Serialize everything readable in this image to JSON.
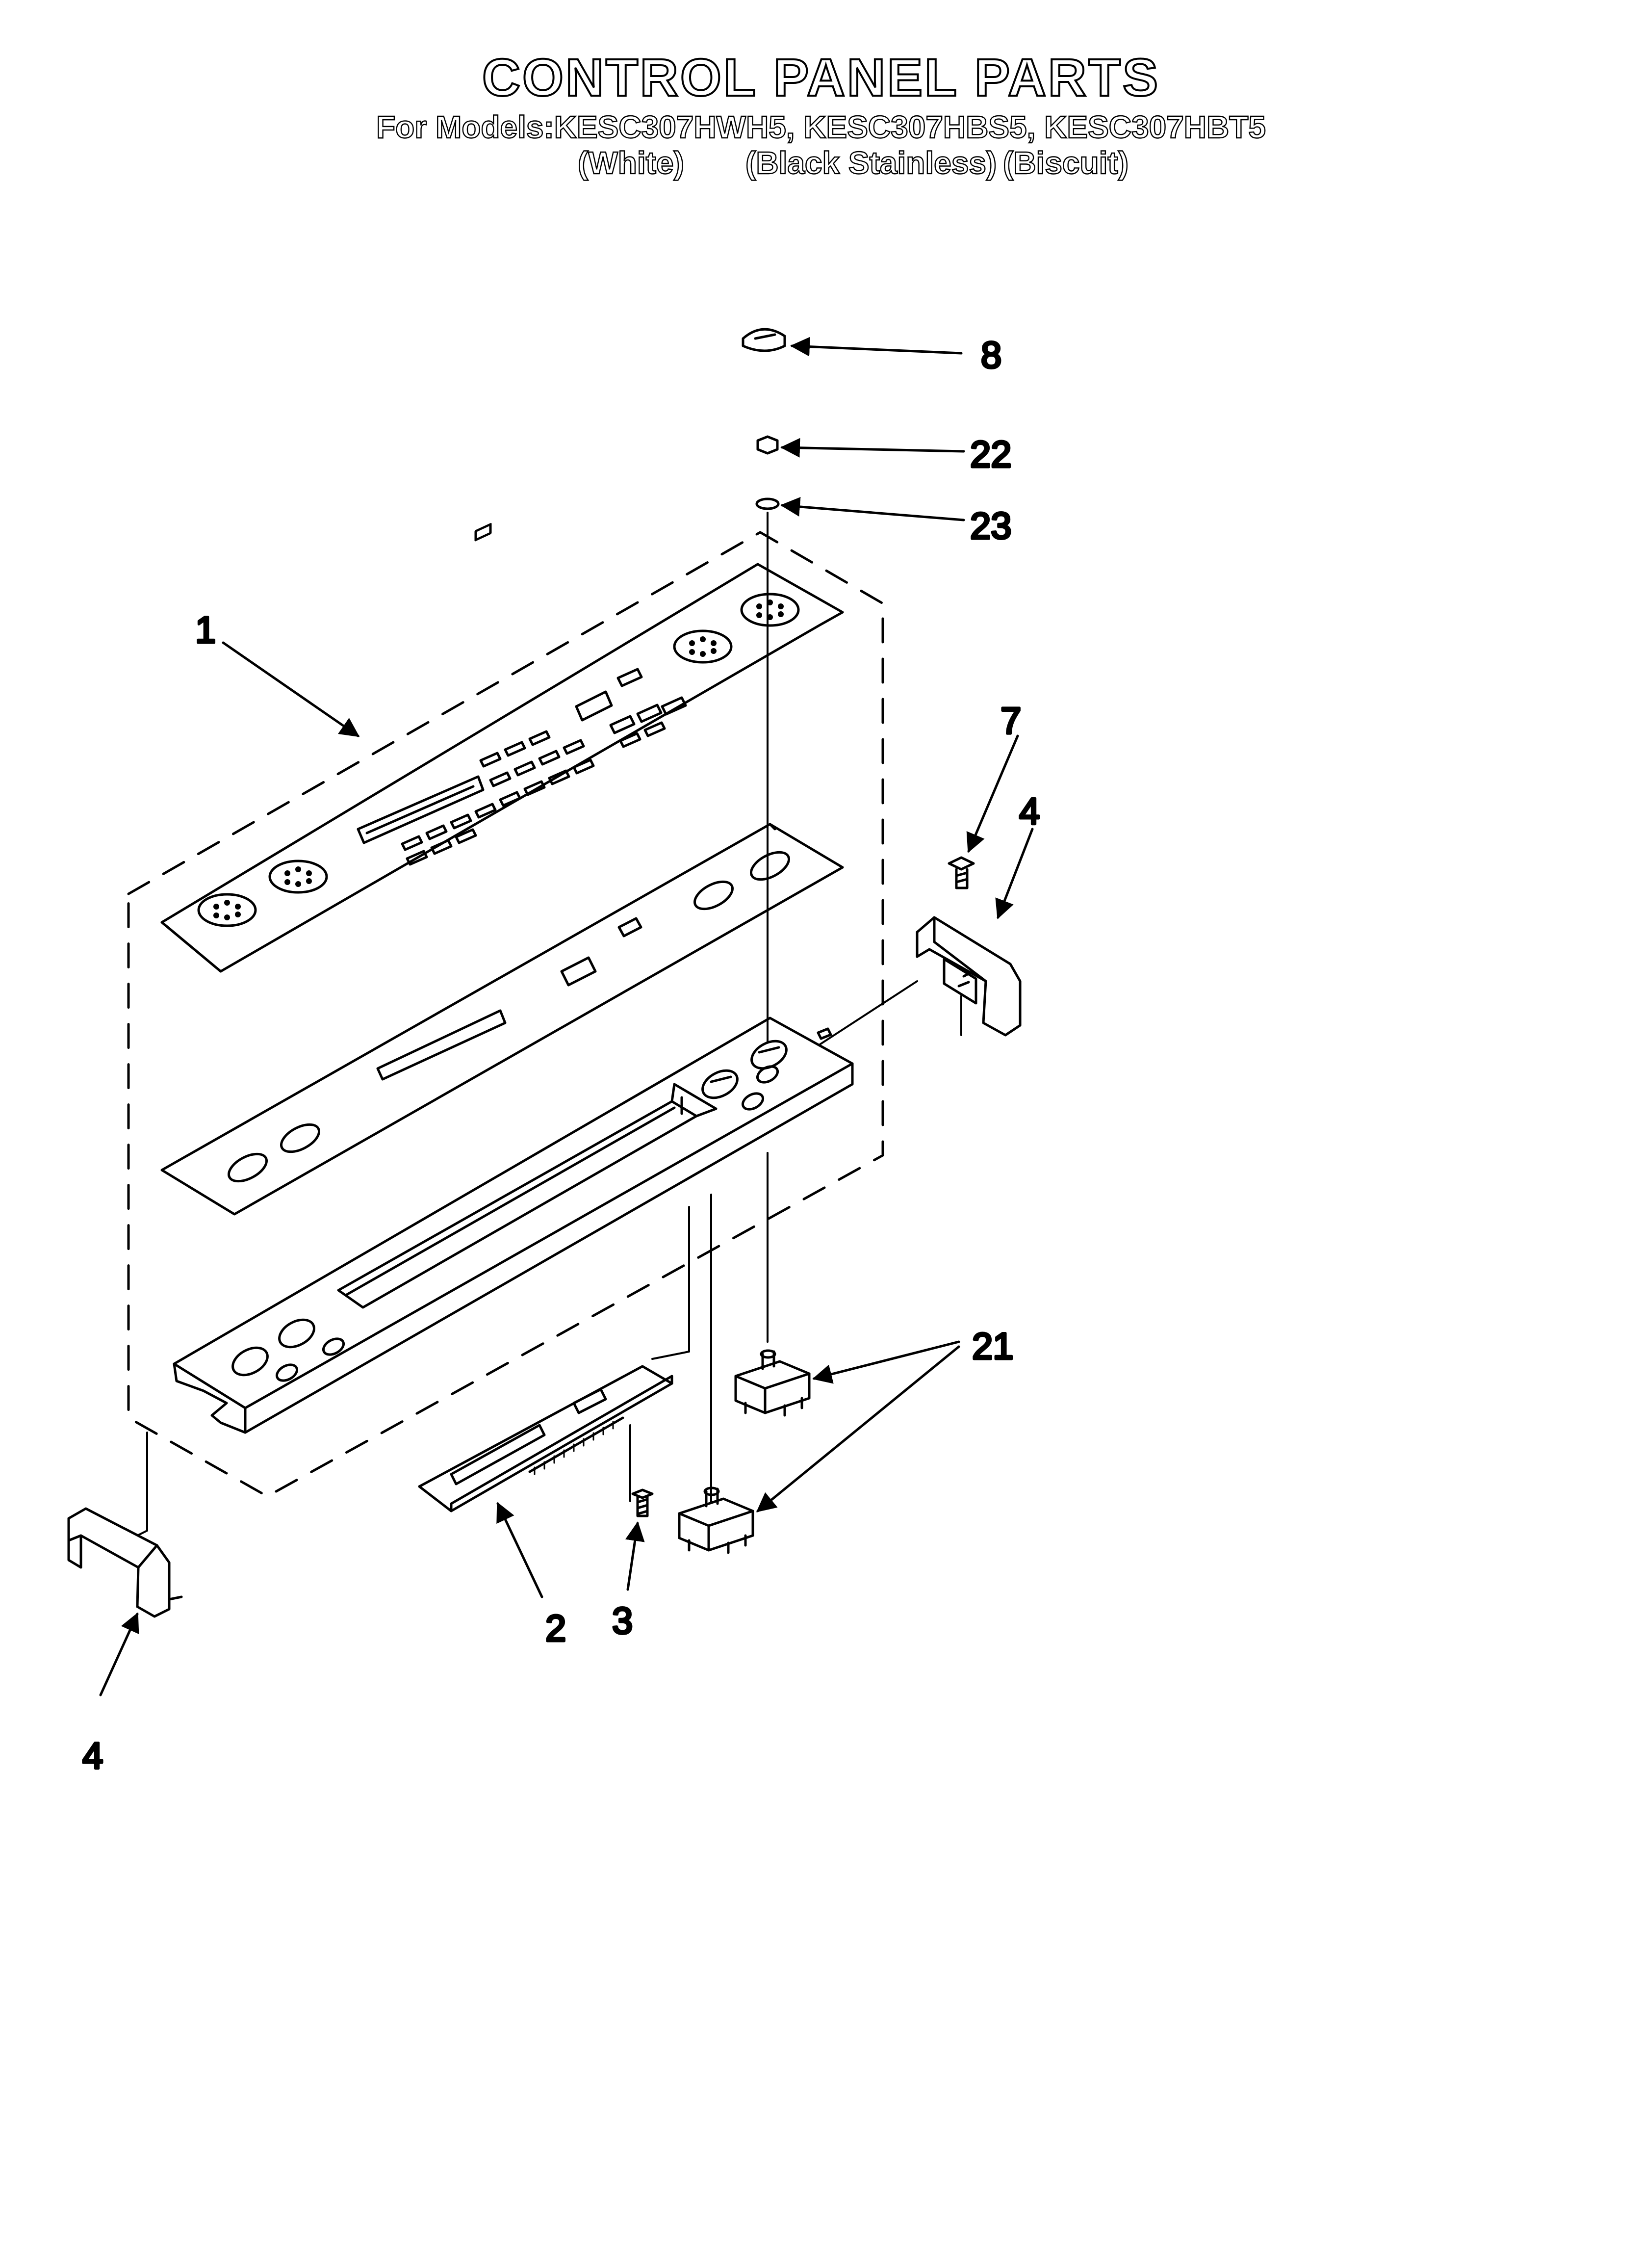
{
  "header": {
    "title": "CONTROL PANEL PARTS",
    "models_line": "For Models:KESC307HWH5, KESC307HBS5, KESC307HBT5",
    "variants": [
      "(White)",
      "(Black Stainless)",
      "(Biscuit)"
    ]
  },
  "callouts": {
    "knob": "8",
    "nut": "22",
    "washer": "23",
    "console_assembly": "1",
    "screw_right": "7",
    "end_cap_right": "4",
    "switches": "21",
    "control_board": "2",
    "board_screw": "3",
    "end_cap_left": "4"
  },
  "colors": {
    "line": "#000000",
    "background": "#ffffff"
  }
}
